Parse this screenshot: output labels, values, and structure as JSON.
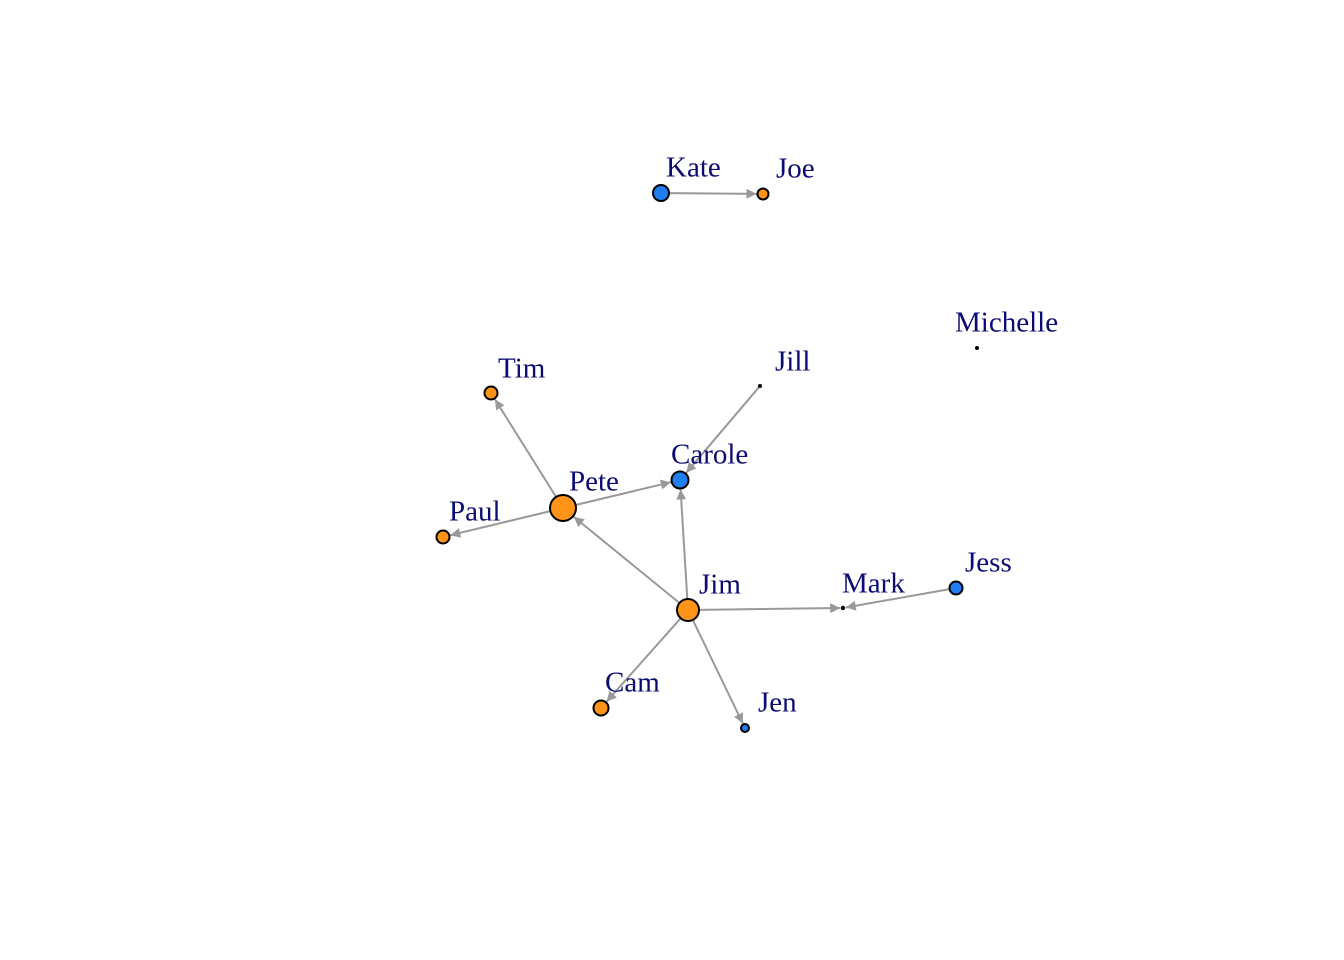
{
  "diagram": {
    "type": "directed-network",
    "label_color": "#0b0b73",
    "edge_color": "#999999",
    "node_border_color": "#000000",
    "group_colors": {
      "orange": "#ff9419",
      "blue": "#1f7ef2",
      "black": "#000000"
    },
    "nodes": [
      {
        "id": "Kate",
        "label": "Kate",
        "group": "blue"
      },
      {
        "id": "Joe",
        "label": "Joe",
        "group": "orange"
      },
      {
        "id": "Michelle",
        "label": "Michelle",
        "group": "black"
      },
      {
        "id": "Tim",
        "label": "Tim",
        "group": "orange"
      },
      {
        "id": "Jill",
        "label": "Jill",
        "group": "black"
      },
      {
        "id": "Carole",
        "label": "Carole",
        "group": "blue"
      },
      {
        "id": "Pete",
        "label": "Pete",
        "group": "orange"
      },
      {
        "id": "Paul",
        "label": "Paul",
        "group": "orange"
      },
      {
        "id": "Jim",
        "label": "Jim",
        "group": "orange"
      },
      {
        "id": "Mark",
        "label": "Mark",
        "group": "black"
      },
      {
        "id": "Jess",
        "label": "Jess",
        "group": "blue"
      },
      {
        "id": "Cam",
        "label": "Cam",
        "group": "orange"
      },
      {
        "id": "Jen",
        "label": "Jen",
        "group": "blue"
      }
    ],
    "edges": [
      {
        "from": "Kate",
        "to": "Joe"
      },
      {
        "from": "Jill",
        "to": "Carole"
      },
      {
        "from": "Pete",
        "to": "Tim"
      },
      {
        "from": "Pete",
        "to": "Carole"
      },
      {
        "from": "Pete",
        "to": "Paul"
      },
      {
        "from": "Jim",
        "to": "Pete"
      },
      {
        "from": "Jim",
        "to": "Carole"
      },
      {
        "from": "Jim",
        "to": "Mark"
      },
      {
        "from": "Jess",
        "to": "Mark"
      },
      {
        "from": "Jim",
        "to": "Cam"
      },
      {
        "from": "Jim",
        "to": "Jen"
      }
    ]
  }
}
